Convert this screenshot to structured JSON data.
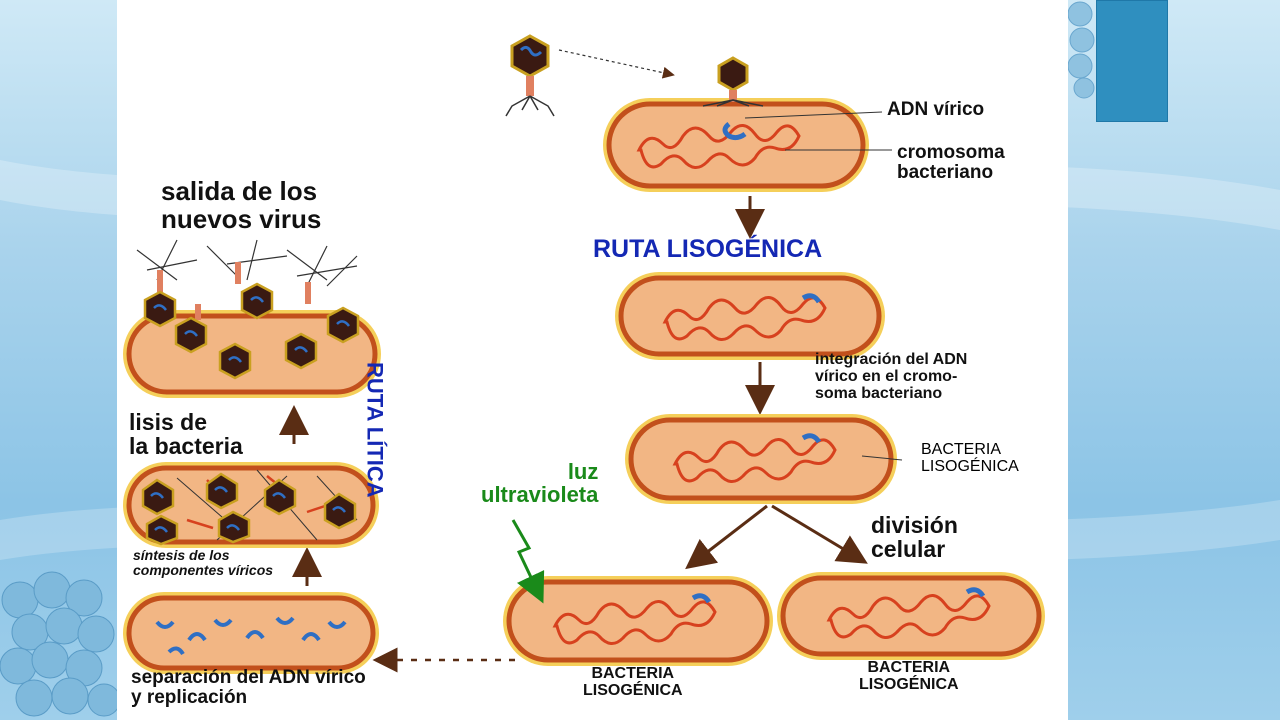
{
  "labels": {
    "adn_virico": "ADN vírico",
    "cromosoma_bacteriano": "cromosoma\nbacteriano",
    "ruta_lisogenica": "RUTA LISOGÉNICA",
    "salida_virus": "salida de los\nnuevos virus",
    "ruta_litica": "RUTA LÍTICA",
    "integracion": "integración del ADN\nvírico en el cromo-\nsoma bacteriano",
    "bacteria_lisogenica_1": "BACTERIA\nLISOGÉNICA",
    "lisis": "lisis de\nla bacteria",
    "luz_uv": "luz\nultravioleta",
    "division_celular": "división\ncelular",
    "sintesis": "síntesis de los\ncomponentes víricos",
    "separacion": "separación del ADN vírico\ny replicación",
    "bacteria_lisogenica_2": "BACTERIA\nLISOGÉNICA",
    "bacteria_lisogenica_3": "BACTERIA\nLISOGÉNICA"
  },
  "colors": {
    "cell_fill": "#f2b684",
    "cell_border": "#c2501c",
    "cell_outer": "#f5cf5a",
    "chromosome": "#d7411e",
    "viral_dna": "#2f6fc4",
    "arrow": "#5a2d14",
    "uv": "#1a8a1a",
    "title_blue": "#1428b4"
  }
}
